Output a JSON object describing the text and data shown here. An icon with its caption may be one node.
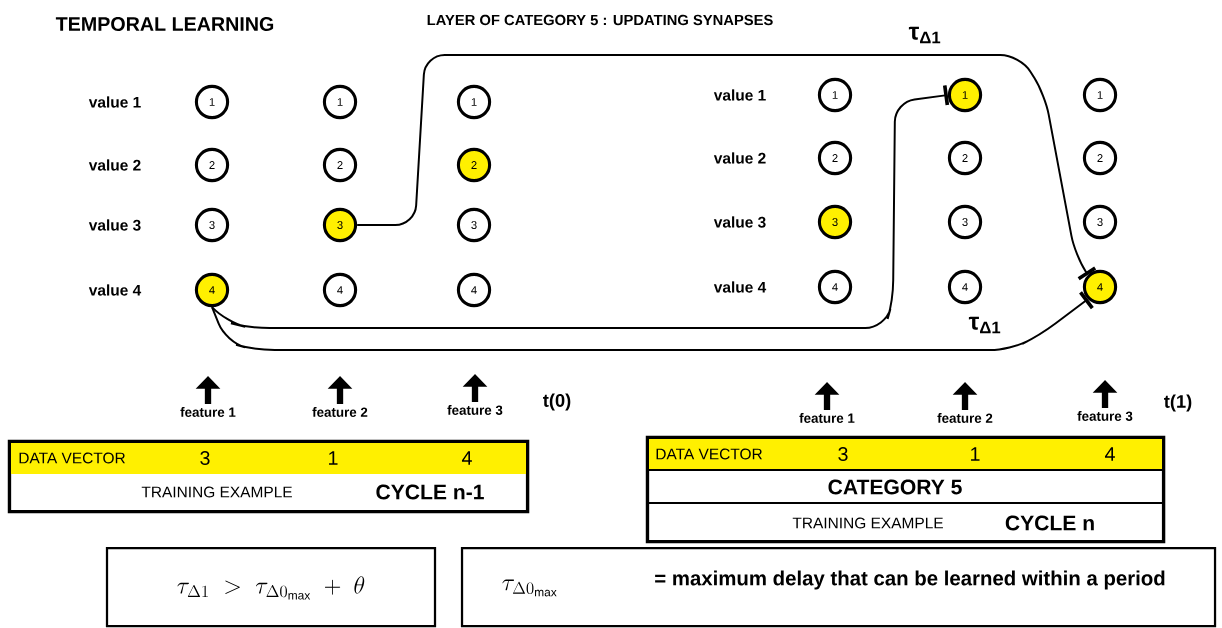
{
  "diagram": {
    "title": "TEMPORAL LEARNING",
    "nodes": [
      {
        "text": [
          "1"
        ]
      },
      {
        "text": [
          "1"
        ]
      },
      {
        "text": [
          "1"
        ]
      },
      {
        "text": [
          "2"
        ]
      },
      {
        "text": [
          "2"
        ]
      },
      {
        "text": [
          "2"
        ]
      },
      {
        "text": [
          "3"
        ]
      },
      {
        "text": [
          "3"
        ]
      },
      {
        "text": [
          "3"
        ]
      },
      {
        "text": [
          "4"
        ]
      },
      {
        "text": [
          "4"
        ]
      },
      {
        "text": [
          "4"
        ]
      },
      {
        "text": [
          "1"
        ]
      },
      {
        "text": [
          "1"
        ]
      },
      {
        "text": [
          "1"
        ]
      },
      {
        "text": [
          "2"
        ]
      },
      {
        "text": [
          "2"
        ]
      },
      {
        "text": [
          "2"
        ]
      },
      {
        "text": [
          "3"
        ]
      },
      {
        "text": [
          "3"
        ]
      },
      {
        "text": [
          "3"
        ]
      },
      {
        "text": [
          "4"
        ]
      },
      {
        "text": [
          "4"
        ]
      },
      {
        "text": [
          "4"
        ]
      },
      {
        "text": [
          "feature 1"
        ]
      },
      {
        "text": [
          "feature 2"
        ]
      },
      {
        "text": [
          "feature 3"
        ]
      },
      {
        "text": [
          "feature 1"
        ]
      },
      {
        "text": [
          "feature 2"
        ]
      },
      {
        "text": [
          "feature 3"
        ]
      },
      {
        "text": [
          "DATA VECTOR",
          "3",
          "1",
          "4",
          "TRAINING EXAMPLE",
          "CYCLE n-1"
        ]
      },
      {
        "text": [
          "DATA VECTOR",
          "3",
          "1",
          "4",
          "CATEGORY 5",
          "TRAINING EXAMPLE",
          "CYCLE n"
        ]
      },
      {
        "text": [
          "\\tau_{\\Delta 1} \\;>\\; \\tau_{\\Delta 0_{\\max}} \\;+\\; \\theta"
        ]
      },
      {
        "text": [
          "\\tau_{\\Delta 0_{\\max}}",
          "= maximum delay that can be learned within a period"
        ]
      }
    ],
    "edges": [
      {
        "from": 7,
        "to": 23,
        "arrow": "other",
        "label": "τ$_{Δ1}$"
      },
      {
        "from": 9,
        "to": 13,
        "arrow": "other"
      },
      {
        "from": 9,
        "to": 23,
        "arrow": "other",
        "label": "τ$_{Δ1}$"
      },
      {
        "from": 24,
        "to": null,
        "arrow": "to"
      },
      {
        "from": 25,
        "to": null,
        "arrow": "to"
      },
      {
        "from": 26,
        "to": null,
        "arrow": "to"
      },
      {
        "from": 27,
        "to": null,
        "arrow": "to"
      },
      {
        "from": 28,
        "to": null,
        "arrow": "to"
      },
      {
        "from": 29,
        "to": null,
        "arrow": "to"
      }
    ],
    "labels": [
      "LAYER OF CATEGORY 5 : UPDATING SYNAPSES",
      "value 1",
      "value 2",
      "value 3",
      "value 4",
      "t(0)",
      "value 1",
      "value 2",
      "value 3",
      "value 4",
      "t(1)"
    ]
  }
}
